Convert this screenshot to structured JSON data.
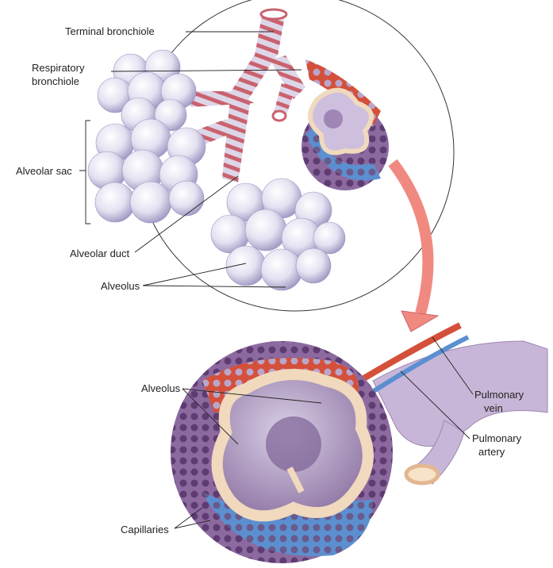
{
  "labels": {
    "terminal_bronchiole": "Terminal bronchiole",
    "respiratory_bronchiole_1": "Respiratory",
    "respiratory_bronchiole_2": "bronchiole",
    "alveolar_sac": "Alveolar sac",
    "alveolar_duct": "Alveolar duct",
    "alveolus_top": "Alveolus",
    "alveolus_bottom": "Alveolus",
    "pulmonary_vein_1": "Pulmonary",
    "pulmonary_vein_2": "vein",
    "pulmonary_artery_1": "Pulmonary",
    "pulmonary_artery_2": "artery",
    "capillaries": "Capillaries"
  },
  "colors": {
    "alveolus": "#e9e6f4",
    "alveolus_shade": "#a9a2c8",
    "bronchiole_stripe": "#c9626e",
    "bronchiole": "#d9d3e6",
    "vein": "#d4503a",
    "artery": "#5b8fd0",
    "capillary_purple": "#7a4f8c",
    "wall": "#f0d9bd",
    "arrow": "#f08a80"
  }
}
